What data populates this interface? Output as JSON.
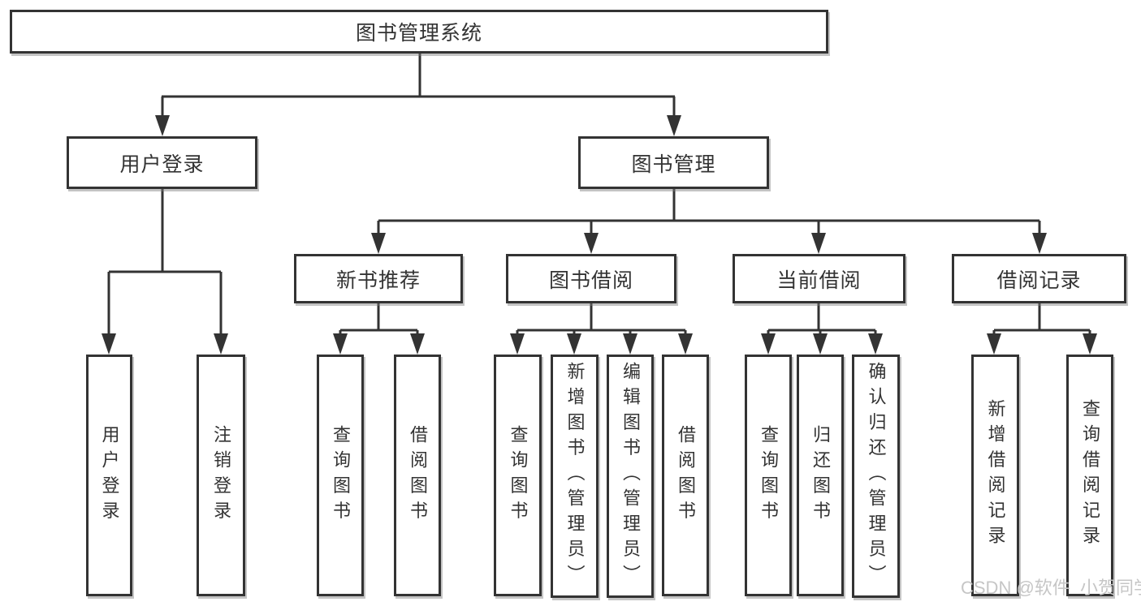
{
  "tree": {
    "root": {
      "label": "图书管理系统",
      "children": [
        {
          "label": "用户登录",
          "children": [
            {
              "label": "用户登录"
            },
            {
              "label": "注销登录"
            }
          ]
        },
        {
          "label": "图书管理",
          "children": [
            {
              "label": "新书推荐",
              "children": [
                {
                  "label": "查询图书"
                },
                {
                  "label": "借阅图书"
                }
              ]
            },
            {
              "label": "图书借阅",
              "children": [
                {
                  "label": "查询图书"
                },
                {
                  "label": "新增图书（管理员）"
                },
                {
                  "label": "编辑图书（管理员）"
                },
                {
                  "label": "借阅图书"
                }
              ]
            },
            {
              "label": "当前借阅",
              "children": [
                {
                  "label": "查询图书"
                },
                {
                  "label": "归还图书"
                },
                {
                  "label": "确认归还（管理员）"
                }
              ]
            },
            {
              "label": "借阅记录",
              "children": [
                {
                  "label": "新增借阅记录"
                },
                {
                  "label": "查询借阅记录"
                }
              ]
            }
          ]
        }
      ]
    }
  },
  "watermark": {
    "text": "CSDN @软件_小贺同学"
  },
  "colors": {
    "line": "#333333",
    "text": "#333333",
    "watermark": "#c6c6c6",
    "background": "#ffffff"
  }
}
